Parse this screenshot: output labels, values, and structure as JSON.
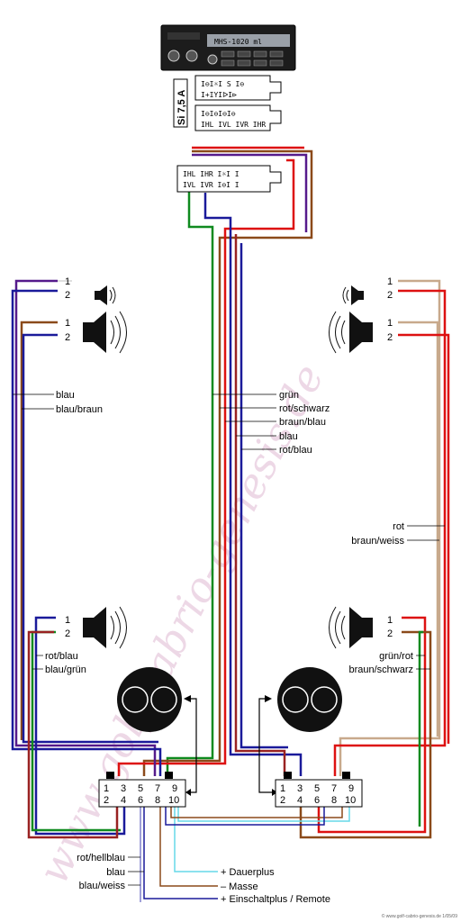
{
  "radio": {
    "display_text": "MHS-1020 ml"
  },
  "fuse": {
    "label": "Si 7,5 A"
  },
  "iso_blocks": {
    "top_row1": "I⊖I☼I S I⊖",
    "top_row2": "I+IYIᐅI⊳",
    "bottom_row1": "I⊖I⊖I⊖I⊖",
    "bottom_row2": "IHL IVL IVR IHR",
    "mid_row1": "IHL IHR I☼I  I",
    "mid_row2": "IVL IVR I⊖I  I"
  },
  "speaker_pins": {
    "one": "1",
    "two": "2"
  },
  "wire_labels": {
    "left_blau": "blau",
    "left_blau_braun": "blau/braun",
    "center_gruen": "grün",
    "center_rot_schwarz": "rot/schwarz",
    "center_braun_blau": "braun/blau",
    "center_blau": "blau",
    "center_rot_blau": "rot/blau",
    "right_rot": "rot",
    "right_braun_weiss": "braun/weiss",
    "left_rear_rot_blau": "rot/blau",
    "left_rear_blau_gruen": "blau/grün",
    "right_rear_gruen_rot": "grün/rot",
    "right_rear_braun_schwarz": "braun/schwarz",
    "bottom_rot_hellblau": "rot/hellblau",
    "bottom_blau": "blau",
    "bottom_blau_weiss": "blau/weiss",
    "dauerplus": "+ Dauerplus",
    "masse": "– Masse",
    "einschaltplus": "+ Einschaltplus / Remote"
  },
  "terminal_left": {
    "top": [
      "1",
      "3",
      "5",
      "7",
      "9"
    ],
    "bottom": [
      "2",
      "4",
      "6",
      "8",
      "10"
    ]
  },
  "terminal_right": {
    "top": [
      "1",
      "3",
      "5",
      "7",
      "9"
    ],
    "bottom": [
      "2",
      "4",
      "6",
      "8",
      "10"
    ]
  },
  "watermark": "www.golf-cabrio-genesis.de",
  "credit": "© www.golf-cabrio-genesis.de 1/05/09",
  "colors": {
    "blue": "#1a1a9a",
    "brown": "#8b4a1a",
    "red": "#dd1111",
    "green": "#0f8a1f",
    "tan": "#c8a98c",
    "darkred": "#992222",
    "cyan": "#66d9e8",
    "purple": "#551a8b"
  }
}
